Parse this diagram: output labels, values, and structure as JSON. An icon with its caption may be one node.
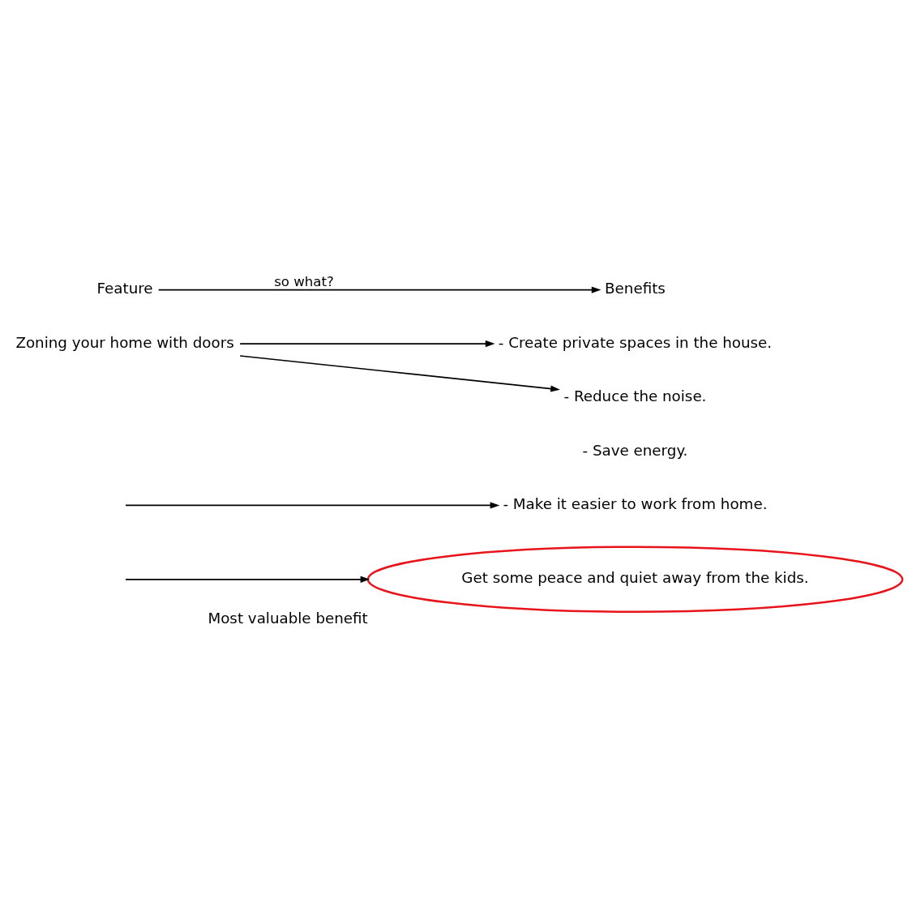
{
  "diagram": {
    "nodes": [
      {
        "text": [
          "Feature"
        ]
      },
      {
        "text": [
          "Benefits"
        ]
      },
      {
        "text": [
          "Zoning your home with doors"
        ]
      },
      {
        "text": [
          "- Create private spaces in the house."
        ]
      },
      {
        "text": [
          "- Reduce the noise."
        ]
      },
      {
        "text": [
          "- Save energy."
        ]
      },
      {
        "text": [
          "- Make it easier to work from home."
        ]
      },
      {
        "text": [
          "Get some peace and quiet away from the kids."
        ],
        "beside": [
          "Most valuable benefit"
        ]
      }
    ],
    "edges": [
      {
        "from": 0,
        "to": 1,
        "arrow": "to",
        "label": "so what?"
      },
      {
        "from": 2,
        "to": 3,
        "arrow": "to"
      },
      {
        "from": 2,
        "to": 4,
        "arrow": "to"
      },
      {
        "from": null,
        "to": 6,
        "arrow": "to"
      },
      {
        "from": null,
        "to": 7,
        "arrow": "to"
      }
    ]
  }
}
